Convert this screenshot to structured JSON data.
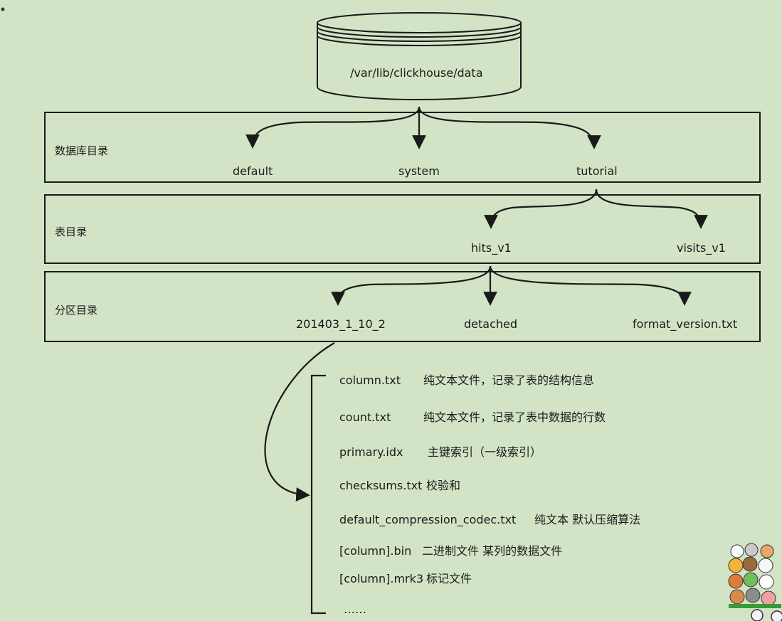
{
  "storage": {
    "path": "/var/lib/clickhouse/data"
  },
  "sections": {
    "database": "数据库目录",
    "table": "表目录",
    "partition": "分区目录"
  },
  "databases": [
    "default",
    "system",
    "tutorial"
  ],
  "tables": [
    "hits_v1",
    "visits_v1"
  ],
  "partition_entries": [
    "201403_1_10_2",
    "detached",
    "format_version.txt"
  ],
  "files": [
    {
      "name": "column.txt",
      "desc": "纯文本文件，记录了表的结构信息"
    },
    {
      "name": "count.txt",
      "desc": "纯文本文件，记录了表中数据的行数"
    },
    {
      "name": "primary.idx",
      "desc": "主键索引（一级索引）"
    },
    {
      "name": "checksums.txt",
      "desc": "校验和"
    },
    {
      "name": "default_compression_codec.txt",
      "desc": "纯文本 默认压缩算法"
    },
    {
      "name": "[column].bin",
      "desc": "二进制文件 某列的数据文件"
    },
    {
      "name": "[column].mrk3",
      "desc": "标记文件"
    },
    {
      "name": "……",
      "desc": ""
    }
  ],
  "colors": {
    "background": "#d3e4c6",
    "stroke": "#1a1a1a"
  }
}
